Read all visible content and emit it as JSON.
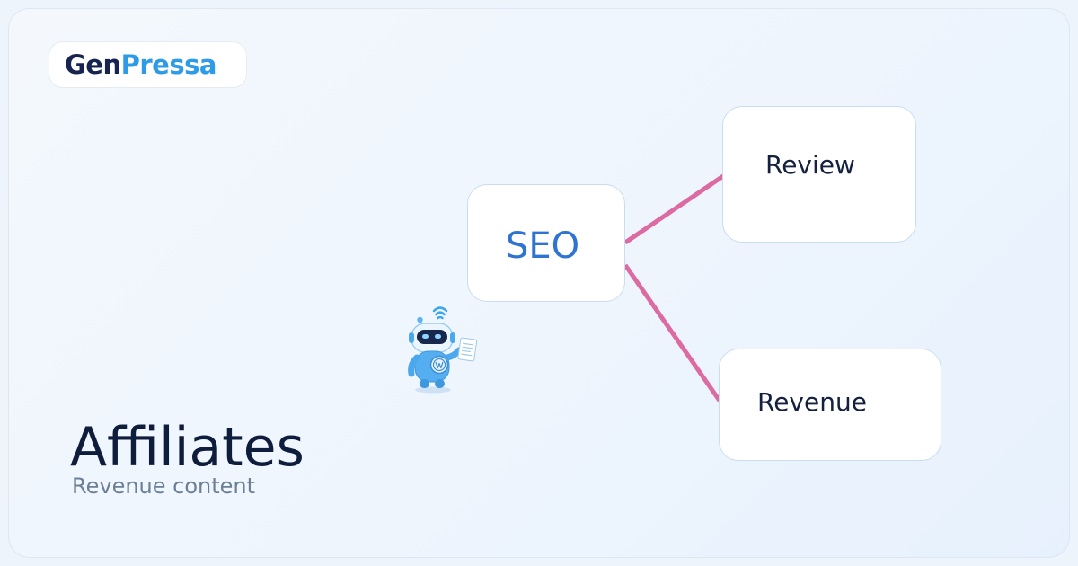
{
  "brand": {
    "name_part1": "Gen",
    "name_part2": "Pressa",
    "color_part1": "#16244f",
    "color_part2": "#2e9be6"
  },
  "diagram": {
    "center": {
      "label": "SEO",
      "color": "#2f74d0"
    },
    "branches": [
      {
        "label": "Review"
      },
      {
        "label": "Revenue"
      }
    ],
    "connector_color": "#dc6aa3"
  },
  "mascot": {
    "icon": "robot-wordpress-mascot-icon"
  },
  "headline": {
    "title": "Affiliates",
    "subtitle": "Revenue content"
  }
}
